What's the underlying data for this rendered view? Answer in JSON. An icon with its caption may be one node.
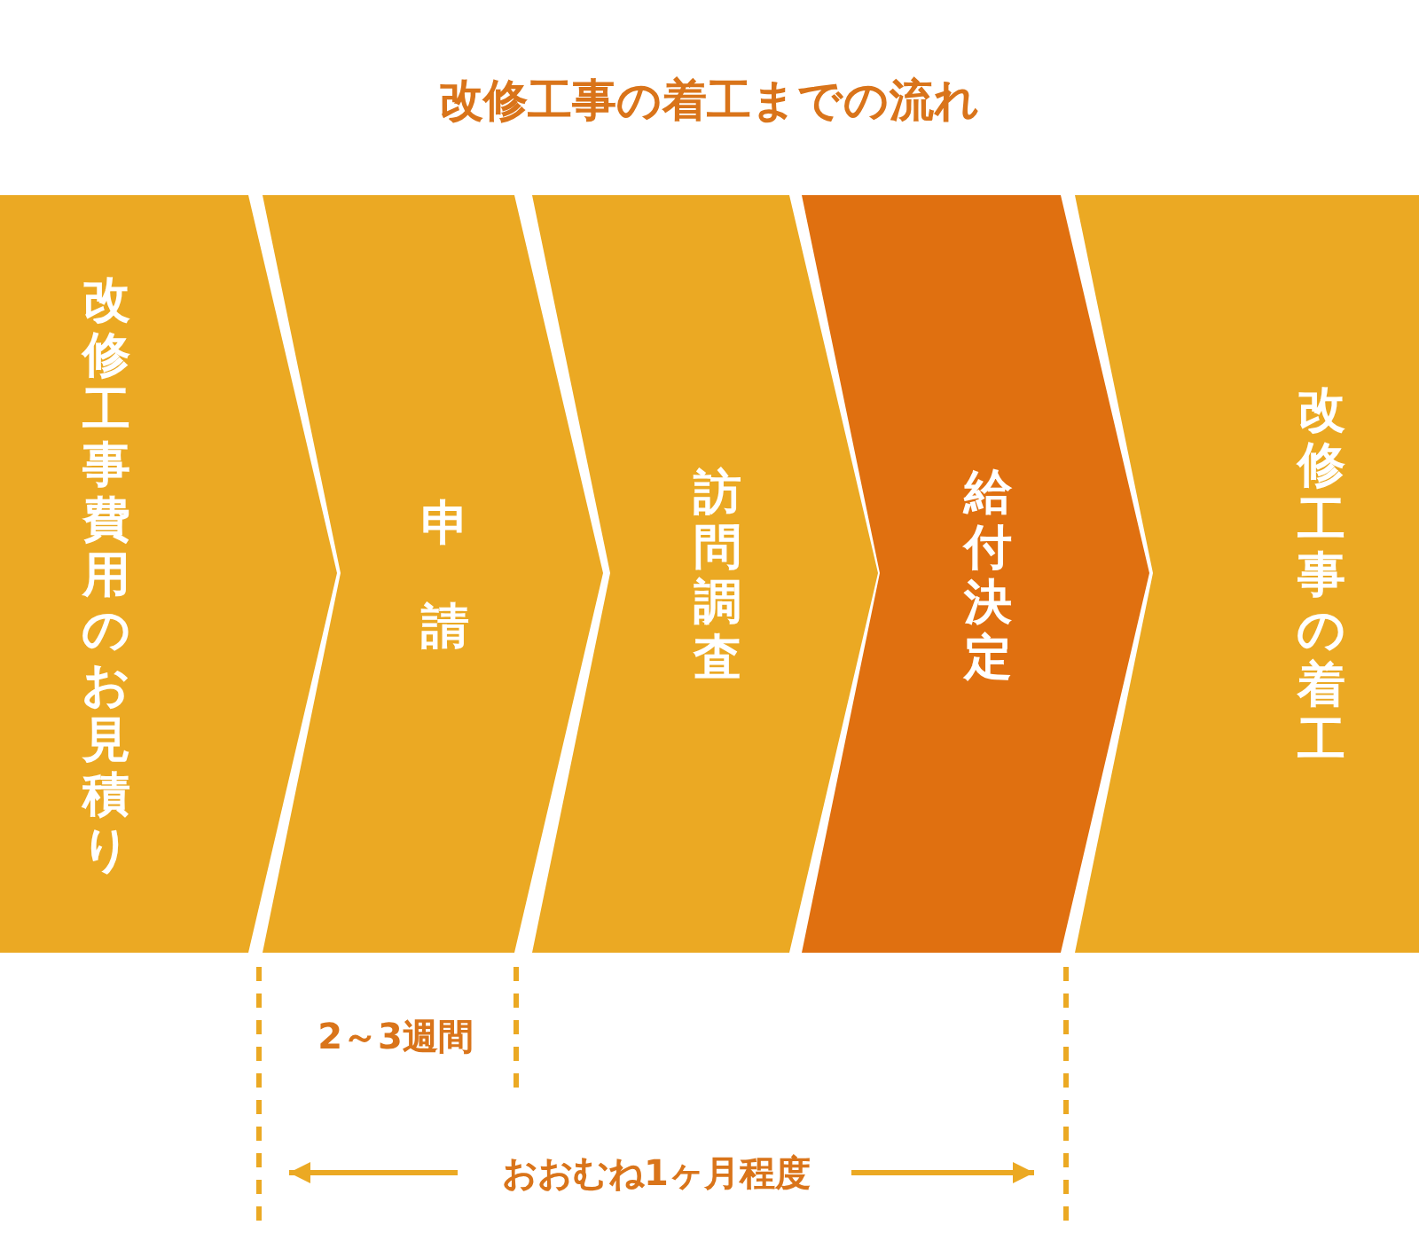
{
  "diagram": {
    "title": "改修工事の着工までの流れ",
    "nodes": [
      {
        "text": [
          "改修工事費用のお見積り"
        ]
      },
      {
        "text": [
          "申請"
        ]
      },
      {
        "text": [
          "訪問調査"
        ]
      },
      {
        "text": [
          "給付決定"
        ]
      },
      {
        "text": [
          "改修工事の着工"
        ]
      }
    ],
    "labels": [
      "2～3週間",
      "おおむね1ヶ月程度"
    ]
  }
}
